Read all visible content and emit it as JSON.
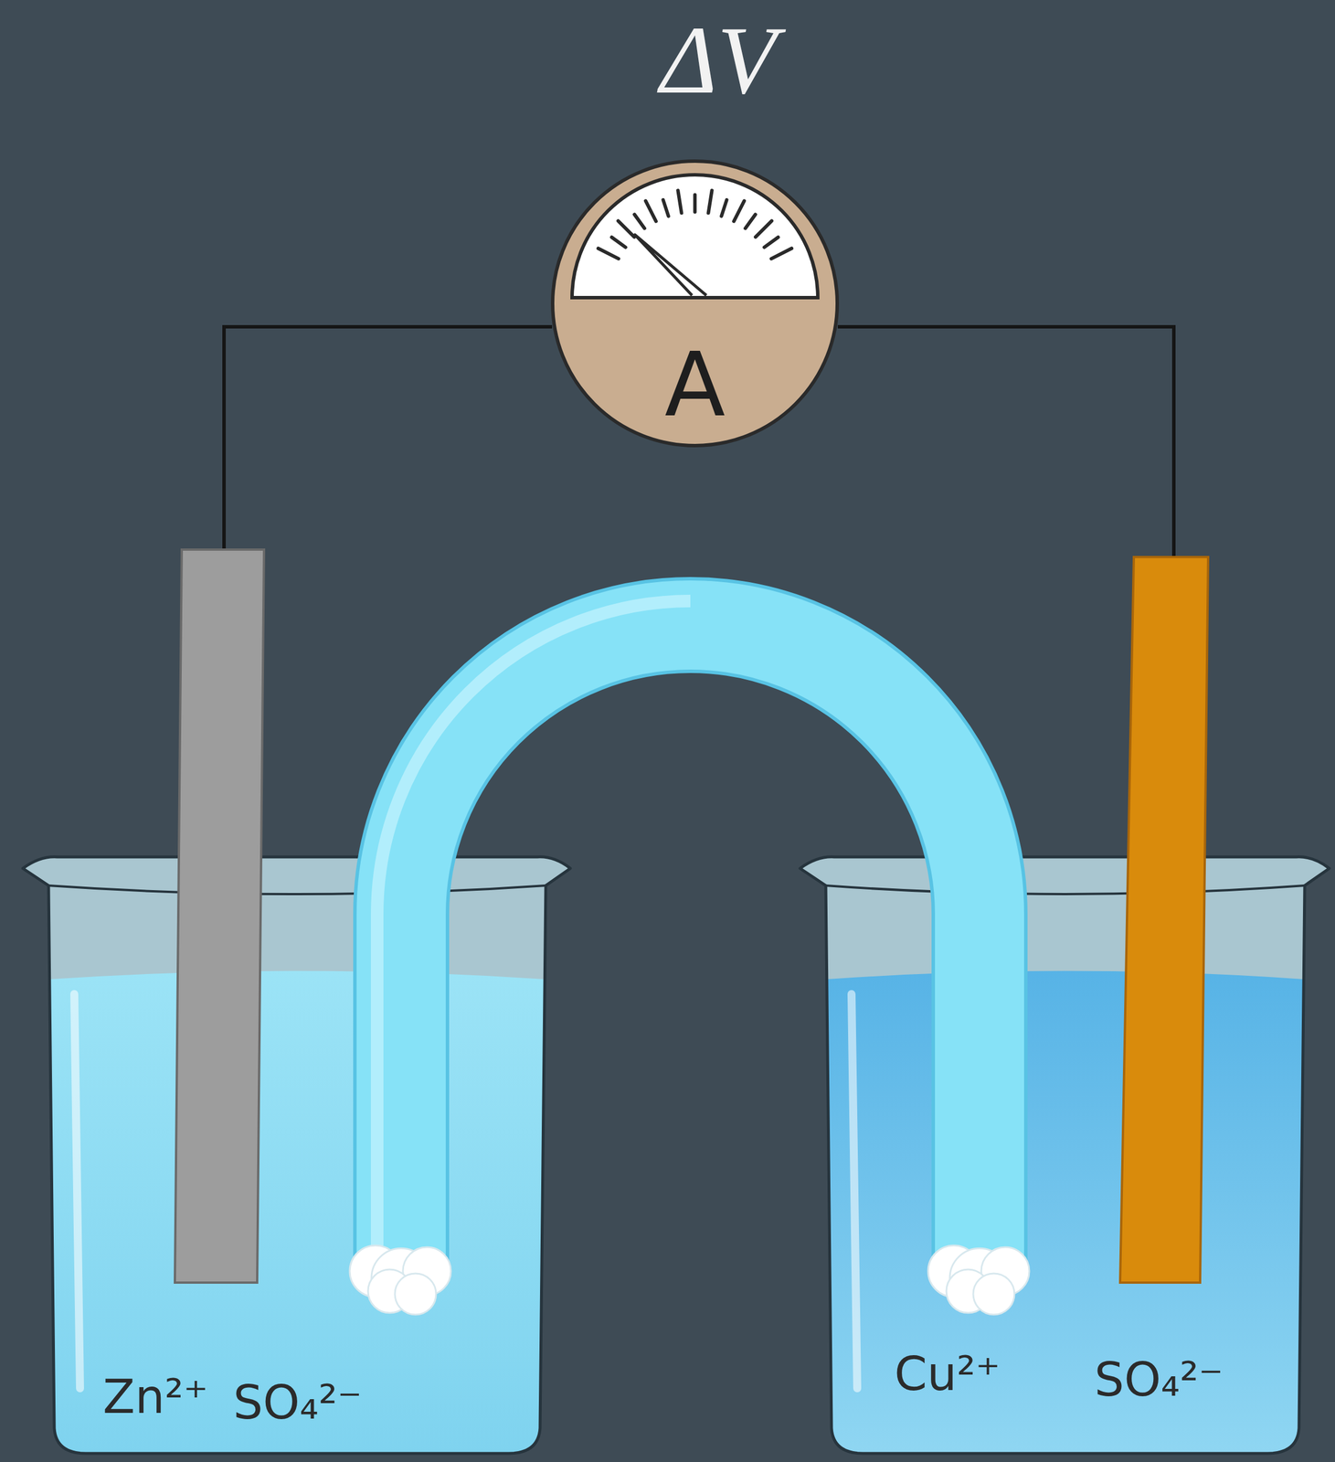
{
  "diagram": {
    "title": "ΔV",
    "nodes": [
      {
        "text": [
          "A"
        ]
      },
      {
        "text": [
          "Zn²⁺",
          "SO₄²⁻"
        ]
      },
      {
        "text": [
          "Cu²⁺",
          "SO₄²⁻"
        ]
      }
    ]
  }
}
